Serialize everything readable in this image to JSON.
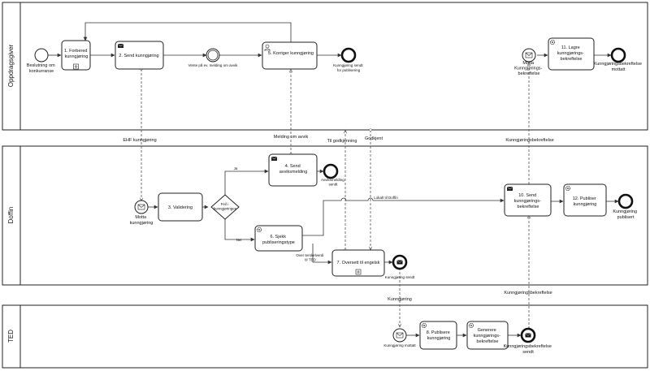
{
  "colors": {
    "stroke": "#222222",
    "background": "#ffffff",
    "message_flow": "#555555"
  },
  "pools": [
    {
      "label": "Oppdragsgiver"
    },
    {
      "label": "Doffin"
    },
    {
      "label": "TED"
    }
  ],
  "oppdragsgiver": {
    "start_label": [
      "Beslutning om",
      "konkurranse"
    ],
    "task1": [
      "1. Forbered",
      "kunngjøring"
    ],
    "task2": [
      "2. Send kunngjøring"
    ],
    "wait_label": "Vente på ev. melding om avvik",
    "task5": [
      "5. Korriger  kunngjøring"
    ],
    "end_label": [
      "Kunngjøring sendt",
      "for publisering"
    ],
    "msg_start_label": [
      "Motta",
      "Kunngjørings-",
      "bekreftelse"
    ],
    "task11": [
      "11. Lagre",
      "kunngjørings-",
      "bekreftelse"
    ],
    "end2_label": [
      "Kunngjøringsbekreftelse",
      "mottatt"
    ]
  },
  "doffin": {
    "start_label": [
      "Motta",
      "kunngjøring"
    ],
    "task3": [
      "3. Validering"
    ],
    "gateway_label": [
      "Feil i",
      "kunngjøringen"
    ],
    "yes_label": "Ja",
    "no_label": "Nei",
    "task4": [
      "4. Send",
      "avviksmelding"
    ],
    "end_avvik": [
      "Avviksmelding",
      "sendt"
    ],
    "task6": [
      "6. Sjekk",
      "publiseringstype"
    ],
    "over_label": [
      "Over terskelverdi",
      "til TED"
    ],
    "task7": [
      "7. Oversett til engelsk"
    ],
    "end_kunngjoring": "Kunngjøring sendt",
    "lokal_label": "Lokalt til Doffin",
    "task10": [
      "10. Send",
      "kunngjørings-",
      "bekreftelse"
    ],
    "task12": [
      "12. Publiser",
      "kunngjøring"
    ],
    "end_publisert": [
      "Kunngjøring",
      "publisert"
    ]
  },
  "ted": {
    "start_label": "Kunngjøring mottatt",
    "task8": [
      "8. Publisere",
      "kunngjøring"
    ],
    "task9": [
      "Generere",
      "kunngjørings-",
      "bekreftelse"
    ],
    "end_label": [
      "Kunngjøringsbekreftelse",
      "sendt"
    ]
  },
  "messages": {
    "ehf": "EHF kunngjøring",
    "avvik": "Melding om avvik",
    "godkjenning": "Til godkjenning",
    "godkjent": "Godkjent",
    "bekreftelse_top": "Kunngjøringsbekreftelse",
    "kunngjoring_ted": "Kunngjøring",
    "bekreftelse_ted": "Kunngjøringsbekreftelse"
  }
}
